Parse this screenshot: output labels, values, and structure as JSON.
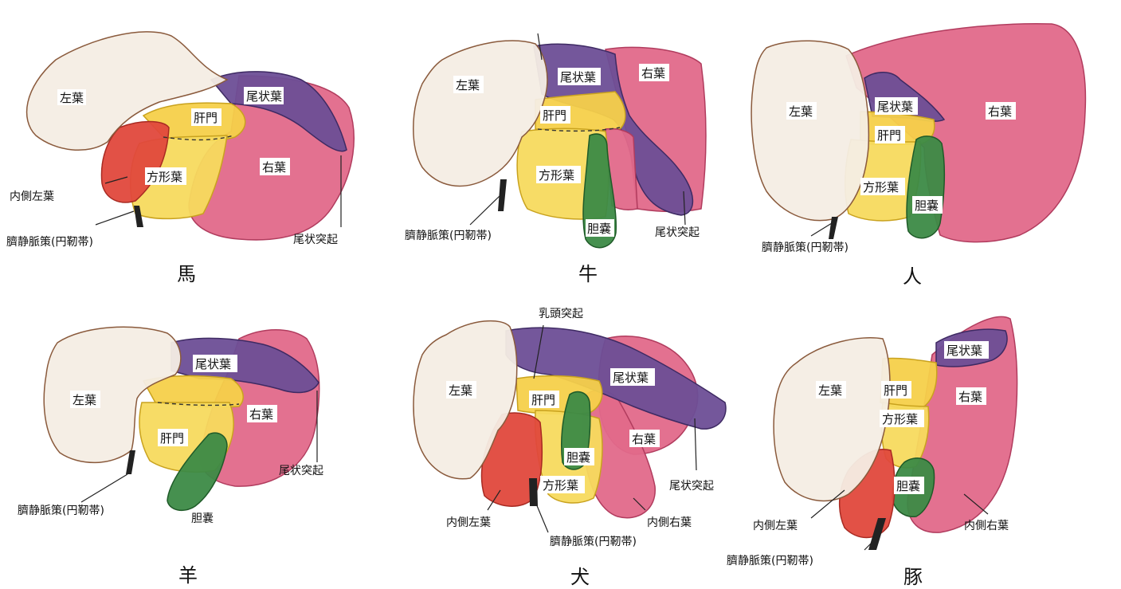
{
  "colors": {
    "left_lobe": "#f4ede4",
    "left_lobe_edge": "#8a5a3c",
    "right_lobe": "#e2698a",
    "right_lobe_edge": "#b13c5e",
    "caudate": "#6d4e96",
    "caudate_edge": "#3e2a63",
    "hilum": "#f5d04a",
    "quadrate": "#f7da5e",
    "medial_left": "#e0483c",
    "gallbladder": "#3c8a46",
    "ligament": "#222222"
  },
  "labels": {
    "left_lobe": "左葉",
    "right_lobe": "右葉",
    "caudate_lobe": "尾状葉",
    "caudate_process": "尾状突起",
    "hilum": "肝門",
    "quadrate_lobe": "方形葉",
    "medial_left_lobe": "内側左葉",
    "medial_right_lobe": "内側右葉",
    "gallbladder": "胆嚢",
    "papillary_process": "乳頭突起",
    "ligament": "臍静脈策(円靭帯)"
  },
  "panels": {
    "horse": "馬",
    "cow": "牛",
    "human": "人",
    "sheep": "羊",
    "dog": "犬",
    "pig": "豚"
  }
}
